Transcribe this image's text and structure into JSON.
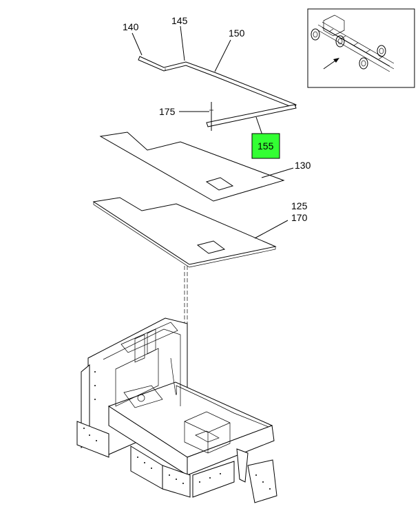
{
  "callouts": {
    "c140": "140",
    "c145": "145",
    "c150": "150",
    "c175": "175",
    "c155": "155",
    "c130": "130",
    "c125": "125",
    "c170": "170"
  },
  "colors": {
    "highlight": "#33ff33",
    "line": "#000000",
    "background": "#ffffff"
  },
  "icons": {
    "locator": "chassis-locator-icon"
  }
}
